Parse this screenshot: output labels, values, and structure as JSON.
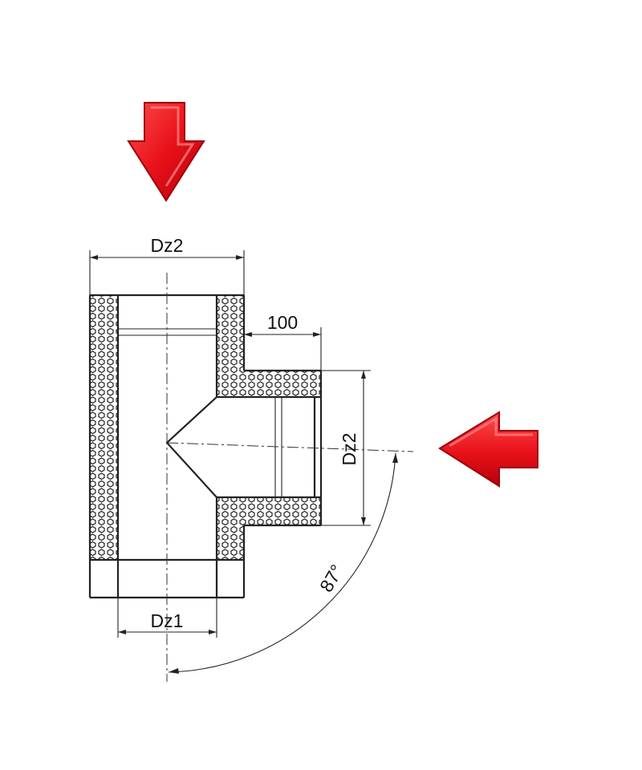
{
  "diagram": {
    "labels": {
      "top_width": "Dz2",
      "branch_offset": "100",
      "branch_diameter": "Dz2",
      "bottom_width": "Dz1",
      "angle": "87°"
    },
    "colors": {
      "arrow_fill": "#e8111a",
      "arrow_highlight": "#ff6b6b",
      "arrow_edge": "#a00008",
      "insulation_fill": "#ffffff",
      "insulation_pattern": "#222222",
      "outline": "#222222"
    },
    "arrows": [
      {
        "id": "flue-gas-inlet-top",
        "direction": "down-arrow-icon"
      },
      {
        "id": "flue-gas-inlet-side",
        "direction": "left-arrow-icon"
      }
    ]
  }
}
